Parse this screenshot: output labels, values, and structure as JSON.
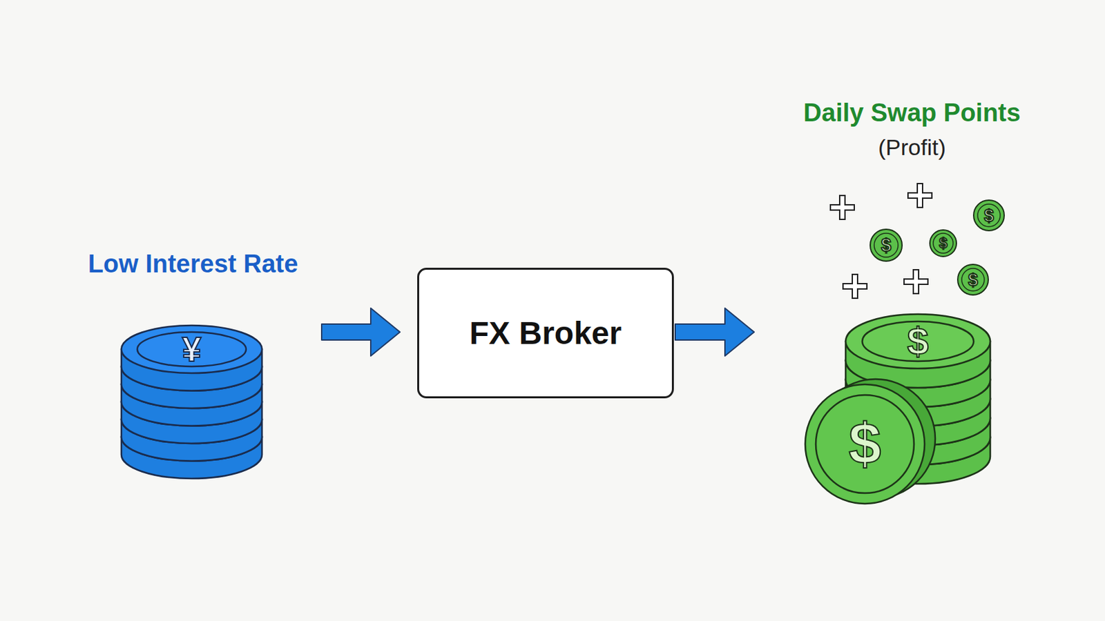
{
  "diagram": {
    "nodes": [
      {
        "text": [
          "Low Interest Rate"
        ]
      },
      {
        "text": [
          "FX Broker"
        ]
      },
      {
        "text": [
          "Daily Swap Points",
          "(Profit)"
        ]
      }
    ],
    "edges": [
      {
        "from": 0,
        "to": 1,
        "arrow": "to"
      },
      {
        "from": 1,
        "to": 2,
        "arrow": "to"
      }
    ],
    "labels": [
      "¥",
      "$",
      "$",
      "$",
      "$",
      "$",
      "$"
    ]
  }
}
